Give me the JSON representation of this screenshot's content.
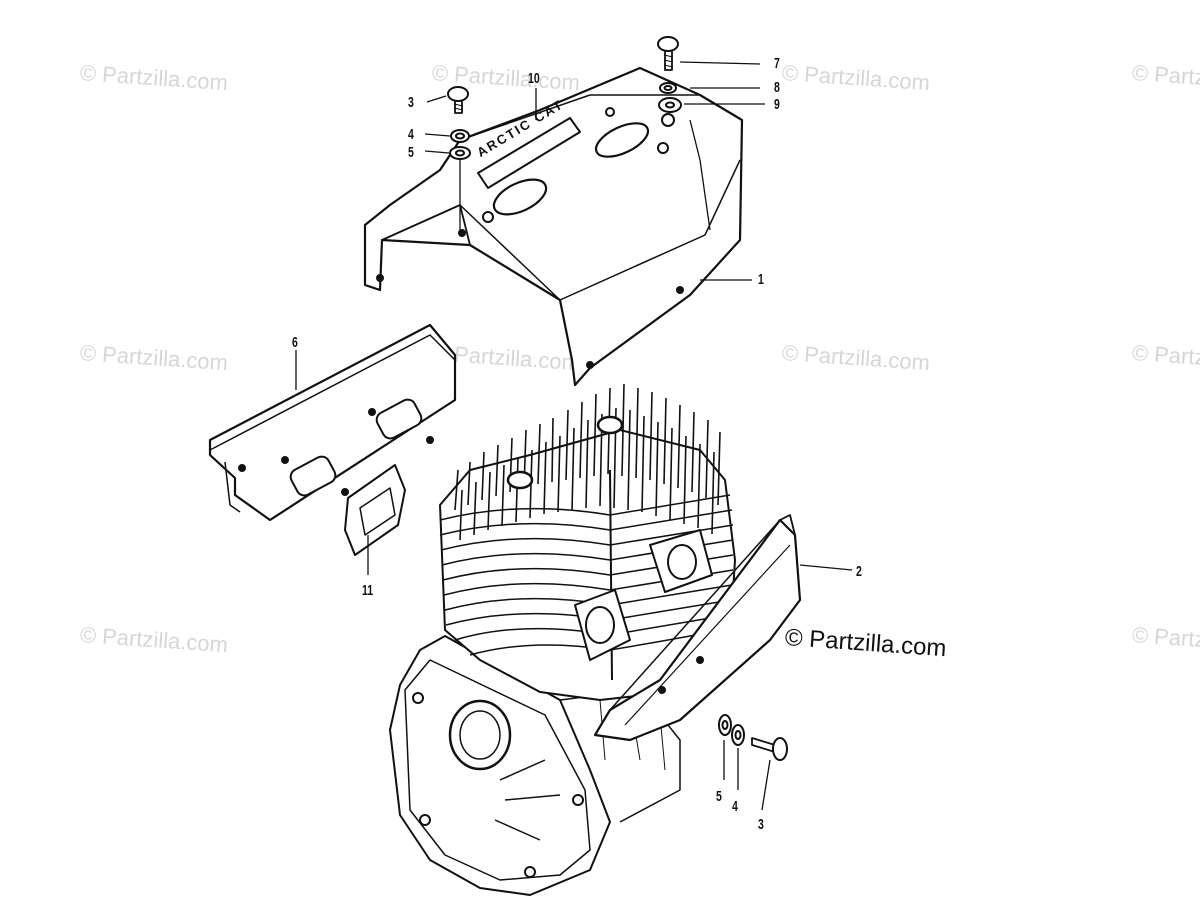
{
  "watermark": {
    "text": "© Partzilla.com",
    "text_color": "#d6d6d6",
    "main_color": "#111111"
  },
  "diagram": {
    "cover_brand": "ARCTIC CAT",
    "callouts": {
      "c1": "1",
      "c2": "2",
      "c3_top": "3",
      "c4_top": "4",
      "c5_top": "5",
      "c6": "6",
      "c7": "7",
      "c8": "8",
      "c9": "9",
      "c10": "10",
      "c11": "11",
      "c5_bottom": "5",
      "c4_bottom": "4",
      "c3_bottom": "3"
    },
    "line_color": "#111111",
    "fill_color": "#ffffff"
  }
}
